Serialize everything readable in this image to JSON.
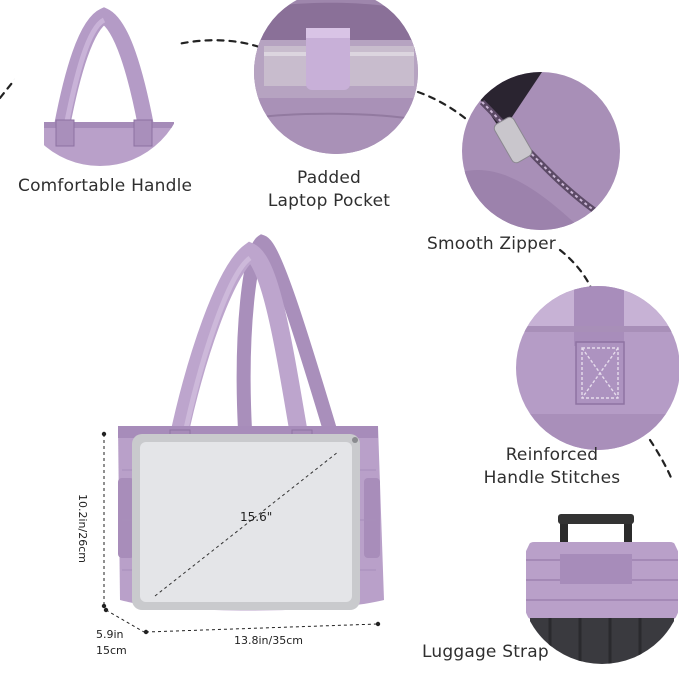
{
  "features": {
    "comfortable_handle": "Comfortable Handle",
    "padded_laptop_line1": "Padded",
    "padded_laptop_line2": "Laptop Pocket",
    "smooth_zipper": "Smooth Zipper",
    "reinforced_line1": "Reinforced",
    "reinforced_line2": "Handle Stitches",
    "luggage_strap": "Luggage Strap"
  },
  "dimensions": {
    "height": "10.2in/26cm",
    "width": "13.8in/35cm",
    "depth_in": "5.9in",
    "depth_cm": "15cm",
    "laptop_size": "15.6\""
  },
  "colors": {
    "bag_purple": "#b9a0c9",
    "bag_shadow": "#a58bb8",
    "laptop_silver": "#dcdde0",
    "dash_line": "#222222"
  }
}
